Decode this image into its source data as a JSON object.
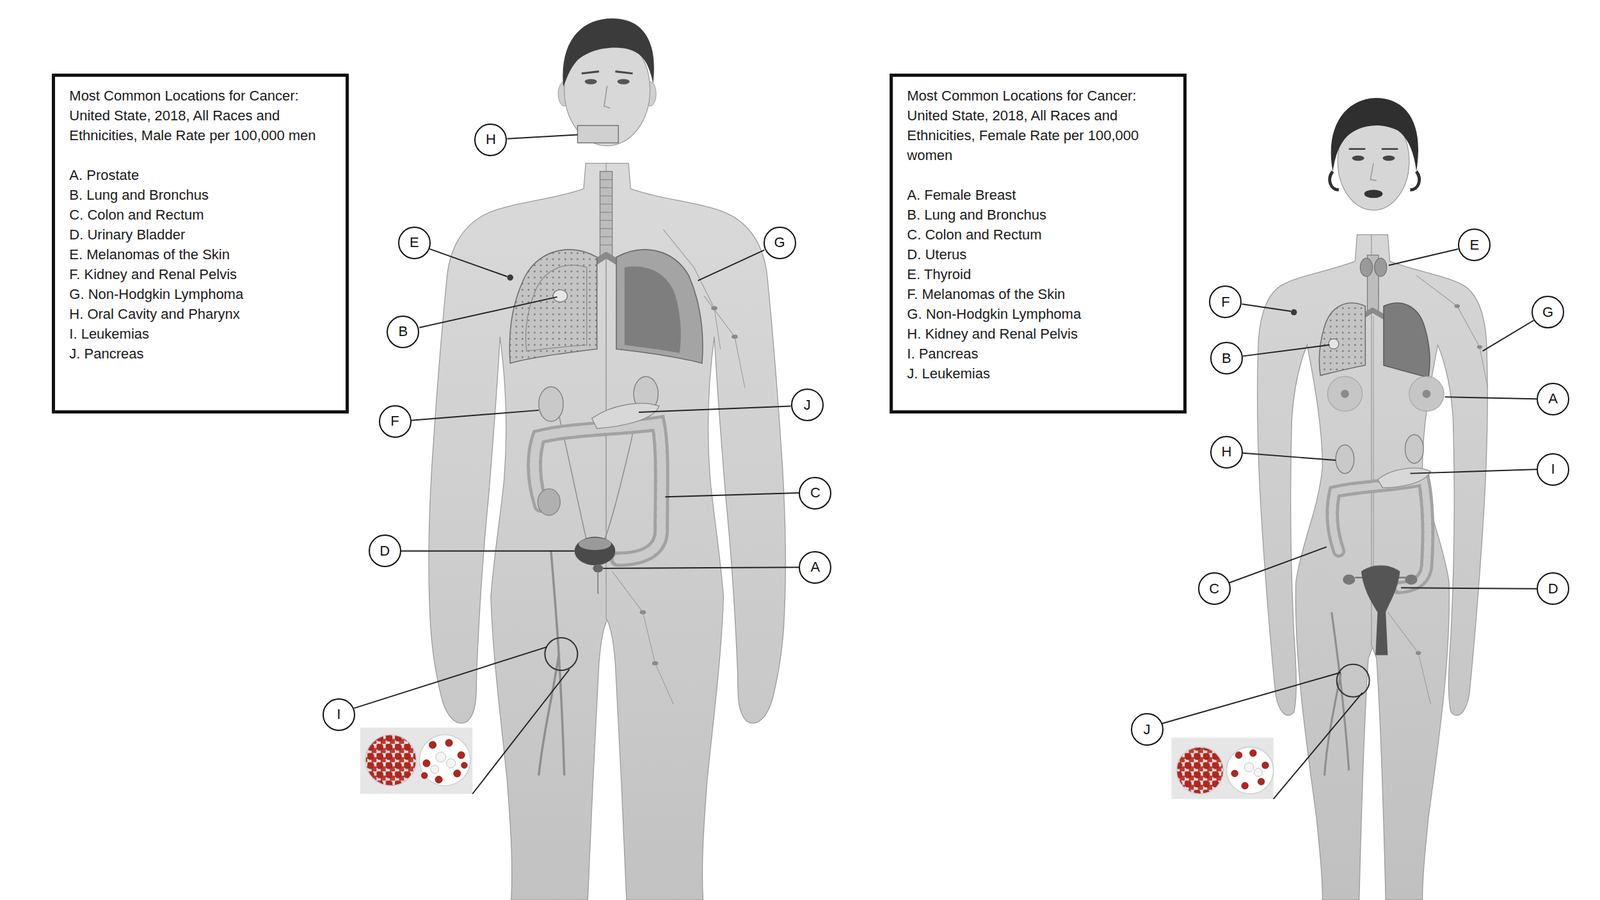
{
  "diagram": {
    "nodes": [
      {
        "text": [
          "Most Common Locations for Cancer: United State, 2018, All Races and Ethnicities, Male Rate per 100,000 men",
          "A. Prostate",
          "B. Lung and Bronchus",
          "C. Colon and Rectum",
          "D. Urinary Bladder",
          "E. Melanomas of the Skin",
          "F. Kidney and Renal Pelvis",
          "G. Non-Hodgkin Lymphoma",
          "H. Oral Cavity and Pharynx",
          "I. Leukemias",
          "J. Pancreas"
        ]
      },
      {
        "text": [
          "H"
        ]
      },
      {
        "text": [
          "E"
        ]
      },
      {
        "text": [
          "G"
        ]
      },
      {
        "text": [
          "B"
        ]
      },
      {
        "text": [
          "J"
        ]
      },
      {
        "text": [
          "F"
        ]
      },
      {
        "text": [
          "C"
        ]
      },
      {
        "text": [
          "D"
        ]
      },
      {
        "text": [
          "A"
        ]
      },
      {
        "text": [
          "I"
        ]
      },
      {
        "text": [
          "Most Common Locations for Cancer: United State, 2018, All Races and Ethnicities, Female Rate per 100,000 women",
          "A. Female Breast",
          "B. Lung and Bronchus",
          "C. Colon and Rectum",
          "D. Uterus",
          "E. Thyroid",
          "F. Melanomas of the Skin",
          "G. Non-Hodgkin Lymphoma",
          "H. Kidney and Renal Pelvis",
          "I. Pancreas",
          "J. Leukemias"
        ]
      },
      {
        "text": [
          "E"
        ]
      },
      {
        "text": [
          "F"
        ]
      },
      {
        "text": [
          "G"
        ]
      },
      {
        "text": [
          "B"
        ]
      },
      {
        "text": [
          "A"
        ]
      },
      {
        "text": [
          "H"
        ]
      },
      {
        "text": [
          "I"
        ]
      },
      {
        "text": [
          "C"
        ]
      },
      {
        "text": [
          "D"
        ]
      },
      {
        "text": [
          "J"
        ]
      }
    ]
  }
}
